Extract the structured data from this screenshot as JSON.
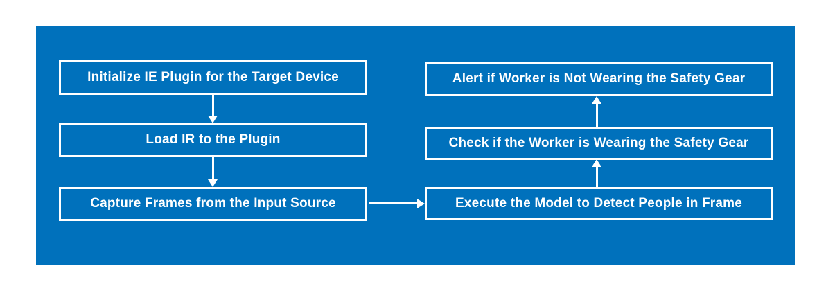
{
  "colors": {
    "page_background": "#ffffff",
    "panel_background": "#0071BC",
    "box_border": "#ffffff",
    "text": "#ffffff",
    "arrow": "#ffffff"
  },
  "diagram": {
    "type": "flowchart",
    "nodes": [
      {
        "id": "init",
        "label": "Initialize IE Plugin for the Target Device",
        "column": "left",
        "row": 1
      },
      {
        "id": "load",
        "label": "Load IR to the Plugin",
        "column": "left",
        "row": 2
      },
      {
        "id": "capture",
        "label": "Capture Frames from the Input Source",
        "column": "left",
        "row": 3
      },
      {
        "id": "alert",
        "label": "Alert if Worker is Not Wearing the Safety Gear",
        "column": "right",
        "row": 1
      },
      {
        "id": "check",
        "label": "Check if the Worker is Wearing the Safety Gear",
        "column": "right",
        "row": 2
      },
      {
        "id": "execute",
        "label": "Execute the Model to Detect People in Frame",
        "column": "right",
        "row": 3
      }
    ],
    "edges": [
      {
        "from": "init",
        "to": "load",
        "direction": "down"
      },
      {
        "from": "load",
        "to": "capture",
        "direction": "down"
      },
      {
        "from": "capture",
        "to": "execute",
        "direction": "right"
      },
      {
        "from": "execute",
        "to": "check",
        "direction": "up"
      },
      {
        "from": "check",
        "to": "alert",
        "direction": "up"
      }
    ]
  }
}
